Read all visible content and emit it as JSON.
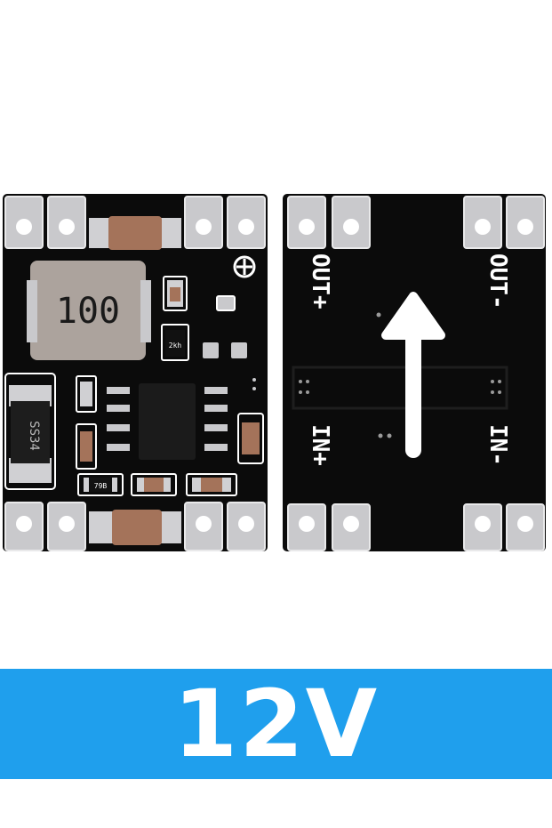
{
  "banner": {
    "label": "12V",
    "background": "#1f9fed",
    "text_color": "#ffffff"
  },
  "front_board": {
    "inductor_marking": "100",
    "diode_marking": "SS34",
    "resistor_marking": "79B",
    "small_part_marking": "2kh",
    "board_color": "#0b0b0b"
  },
  "back_board": {
    "out_plus": "OUT+",
    "out_minus": "OUT-",
    "in_plus": "IN+",
    "in_minus": "IN-",
    "arrow": "arrow-up-icon"
  }
}
